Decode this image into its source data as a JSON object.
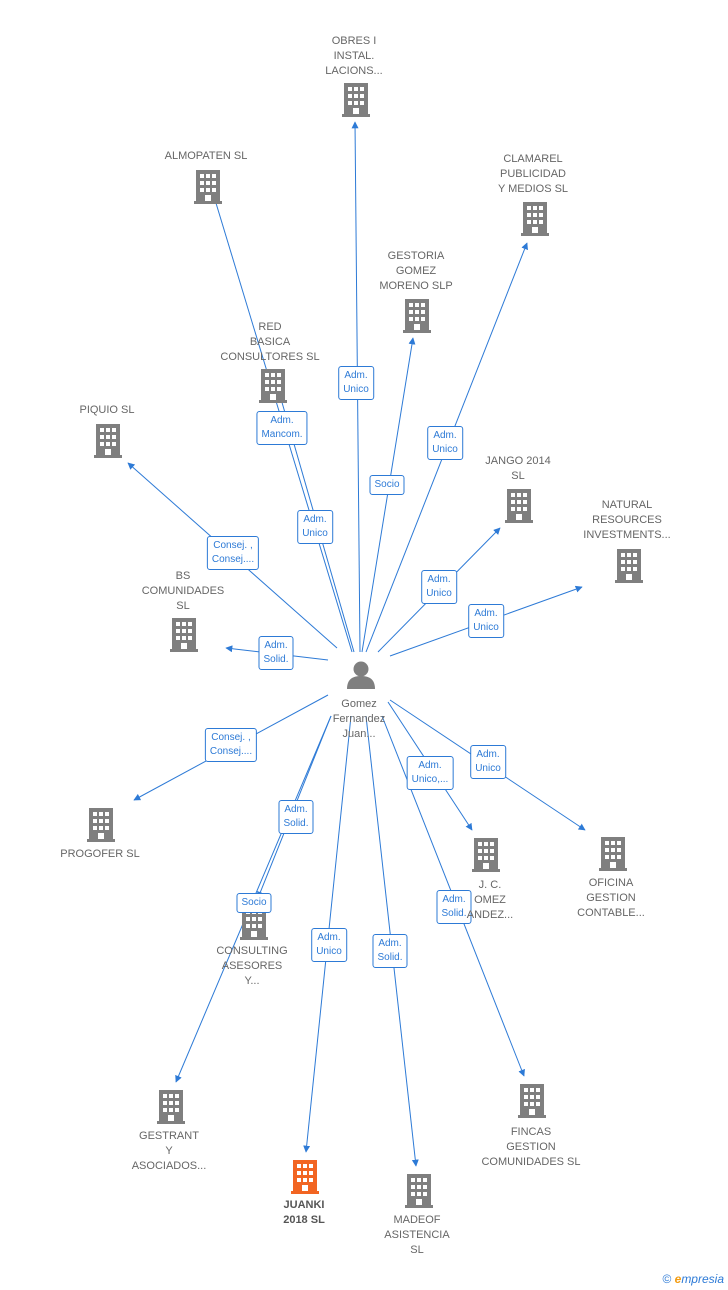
{
  "colors": {
    "edge": "#2d7ad6",
    "building": "#7f7f7f",
    "highlight": "#f26522",
    "person": "#7f7f7f"
  },
  "center": {
    "label": "Gomez\nFernandez\nJuan...",
    "icon": "person-icon"
  },
  "companies": [
    {
      "id": "obres",
      "label": "OBRES I\nINSTAL.\nLACIONS...",
      "icon": "building-icon"
    },
    {
      "id": "almopaten",
      "label": "ALMOPATEN SL",
      "icon": "building-icon"
    },
    {
      "id": "clamarel",
      "label": "CLAMAREL\nPUBLICIDAD\nY MEDIOS SL",
      "icon": "building-icon"
    },
    {
      "id": "gestoria",
      "label": "GESTORIA\nGOMEZ\nMORENO  SLP",
      "icon": "building-icon"
    },
    {
      "id": "red",
      "label": "RED\nBASICA\nCONSULTORES SL",
      "icon": "building-icon"
    },
    {
      "id": "piquio",
      "label": "PIQUIO  SL",
      "icon": "building-icon"
    },
    {
      "id": "jango",
      "label": "JANGO 2014\nSL",
      "icon": "building-icon"
    },
    {
      "id": "natural",
      "label": "NATURAL\nRESOURCES\nINVESTMENTS...",
      "icon": "building-icon"
    },
    {
      "id": "bs",
      "label": "BS\nCOMUNIDADES\nSL",
      "icon": "building-icon"
    },
    {
      "id": "progofer",
      "label": "PROGOFER  SL",
      "icon": "building-icon"
    },
    {
      "id": "jcgomez",
      "label": "J.  C.\nOMEZ\nANDEZ...",
      "icon": "building-icon"
    },
    {
      "id": "oficina",
      "label": "OFICINA\nGESTION\nCONTABLE...",
      "icon": "building-icon"
    },
    {
      "id": "consulting",
      "label": "CONSULTING\nASESORES\nY...",
      "icon": "building-icon"
    },
    {
      "id": "gestrant",
      "label": "GESTRANT\nY\nASOCIADOS...",
      "icon": "building-icon"
    },
    {
      "id": "fincas",
      "label": "FINCAS\nGESTION\nCOMUNIDADES SL",
      "icon": "building-icon"
    },
    {
      "id": "juanki",
      "label": "JUANKI\n2018  SL",
      "icon": "building-icon",
      "highlight": true
    },
    {
      "id": "madeof",
      "label": "MADEOF\nASISTENCIA\nSL",
      "icon": "building-icon"
    }
  ],
  "edges": [
    {
      "to": "obres",
      "label": "Adm.\nUnico"
    },
    {
      "to": "almopaten",
      "label": "Adm.\nMancom."
    },
    {
      "to": "clamarel",
      "label": "Adm.\nUnico"
    },
    {
      "to": "gestoria",
      "label": "Socio"
    },
    {
      "to": "red",
      "label": "Adm.\nUnico"
    },
    {
      "to": "piquio",
      "label": "Consej. ,\nConsej...."
    },
    {
      "to": "jango",
      "label": "Adm.\nUnico"
    },
    {
      "to": "natural",
      "label": "Adm.\nUnico"
    },
    {
      "to": "bs",
      "label": "Adm.\nSolid."
    },
    {
      "to": "progofer",
      "label": "Consej. ,\nConsej...."
    },
    {
      "to": "jcgomez",
      "label": "Adm.\nUnico,..."
    },
    {
      "to": "oficina",
      "label": "Adm.\nUnico"
    },
    {
      "to": "consulting_a",
      "label": "Adm.\nSolid."
    },
    {
      "to": "consulting_b",
      "label": "Socio"
    },
    {
      "to": "juanki",
      "label": "Adm.\nUnico"
    },
    {
      "to": "madeof",
      "label": "Adm.\nSolid."
    },
    {
      "to": "fincas",
      "label": "Adm.\nSolid."
    }
  ],
  "watermark": {
    "copyright": "©",
    "brand_e": "e",
    "brand_rest": "mpresia"
  }
}
